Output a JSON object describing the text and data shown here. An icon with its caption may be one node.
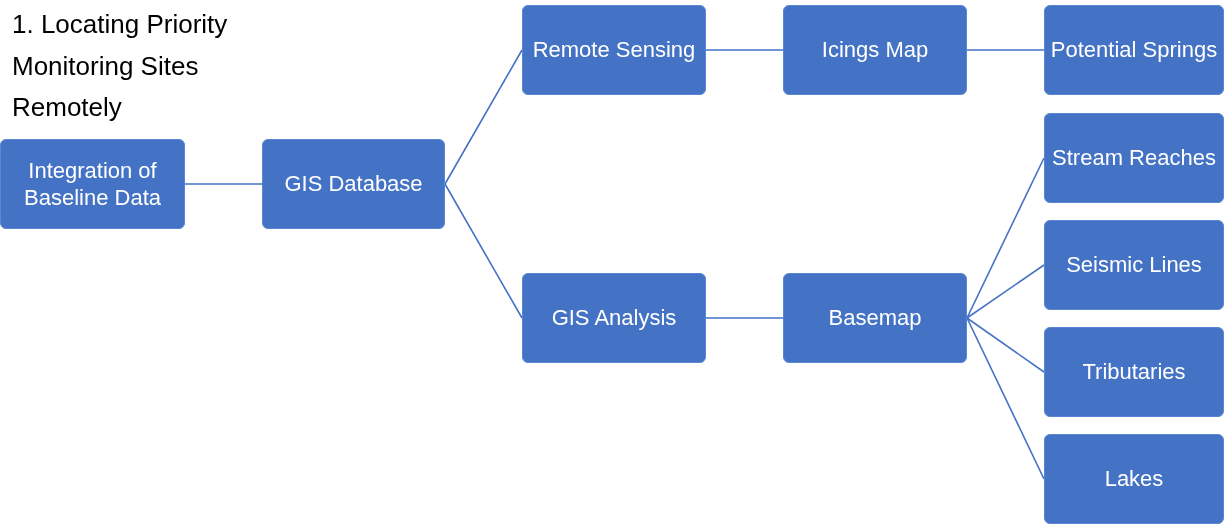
{
  "diagram": {
    "title": "1. Locating Priority Monitoring Sites Remotely",
    "nodes": [
      {
        "text": [
          "Integration of Baseline Data"
        ]
      },
      {
        "text": [
          "GIS Database"
        ]
      },
      {
        "text": [
          "Remote Sensing"
        ]
      },
      {
        "text": [
          "Icings Map"
        ]
      },
      {
        "text": [
          "Potential Springs"
        ]
      },
      {
        "text": [
          "GIS Analysis"
        ]
      },
      {
        "text": [
          "Basemap"
        ]
      },
      {
        "text": [
          "Stream Reaches"
        ]
      },
      {
        "text": [
          "Seismic Lines"
        ]
      },
      {
        "text": [
          "Tributaries"
        ]
      },
      {
        "text": [
          "Lakes"
        ]
      }
    ],
    "edges": [
      {
        "from": 0,
        "to": 1,
        "arrow": "none"
      },
      {
        "from": 1,
        "to": 2,
        "arrow": "none"
      },
      {
        "from": 1,
        "to": 5,
        "arrow": "none"
      },
      {
        "from": 2,
        "to": 3,
        "arrow": "none"
      },
      {
        "from": 3,
        "to": 4,
        "arrow": "none"
      },
      {
        "from": 5,
        "to": 6,
        "arrow": "none"
      },
      {
        "from": 6,
        "to": 7,
        "arrow": "none"
      },
      {
        "from": 6,
        "to": 8,
        "arrow": "none"
      },
      {
        "from": 6,
        "to": 9,
        "arrow": "none"
      },
      {
        "from": 6,
        "to": 10,
        "arrow": "none"
      }
    ]
  }
}
